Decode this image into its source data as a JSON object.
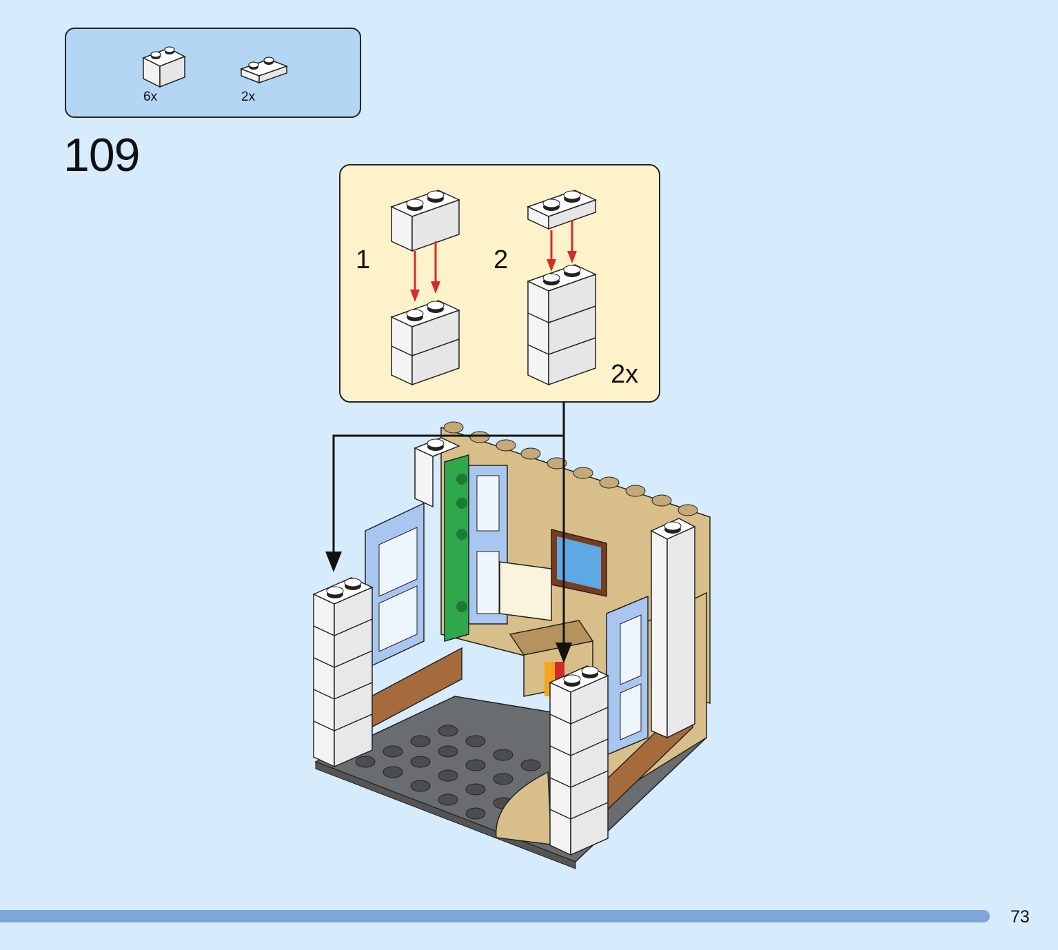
{
  "parts_list": {
    "items": [
      {
        "part": "white 1x2 brick",
        "quantity": "6x",
        "color": "#ffffff"
      },
      {
        "part": "white 1x2 plate",
        "quantity": "2x",
        "color": "#ffffff"
      }
    ]
  },
  "step": {
    "number": "109"
  },
  "sub_assembly": {
    "steps": [
      {
        "number": "1"
      },
      {
        "number": "2"
      }
    ],
    "multiplier": "2x"
  },
  "colors": {
    "page_background": "#d6ebfb",
    "parts_box": "#b2d6f4",
    "sub_assembly_box": "#fdf2c9",
    "progress_bar": "#7ea6db",
    "arrow_red": "#d32a2a",
    "tan": "#d8bf8a",
    "dark_bluish_gray": "#6a6d70",
    "green": "#2ea84a",
    "light_blue": "#a8c6ef"
  },
  "page": {
    "number": "73"
  }
}
